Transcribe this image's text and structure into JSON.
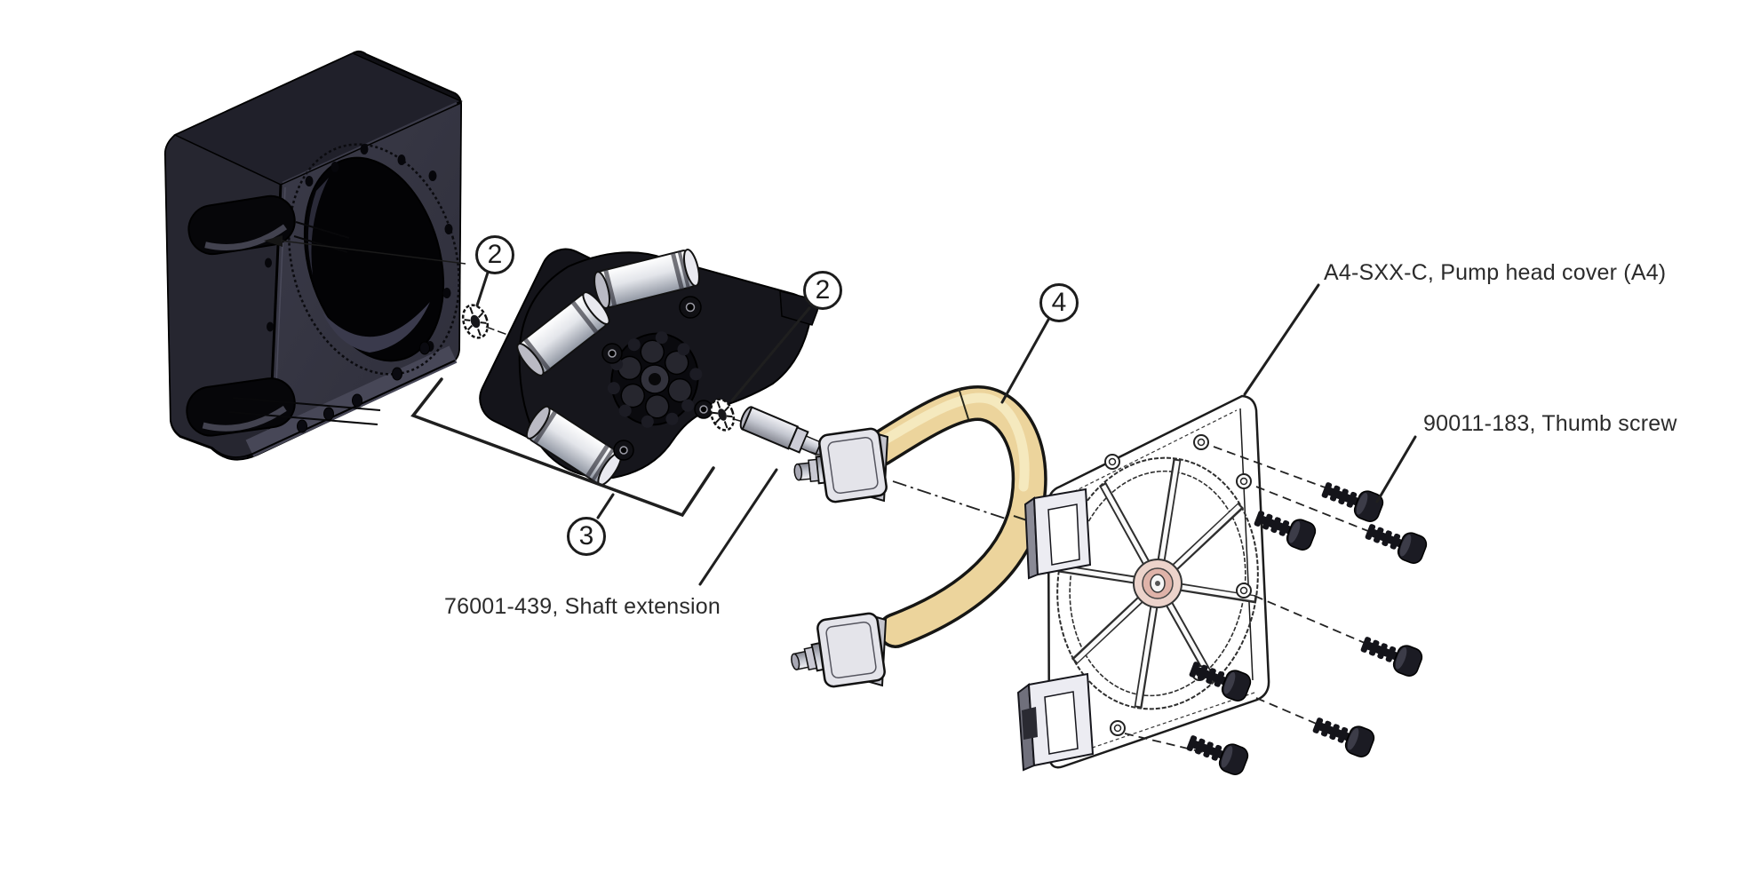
{
  "diagram": {
    "description": "Exploded-view assembly diagram of a peristaltic pump head",
    "background": "#ffffff",
    "labels": {
      "pump_head_cover": "A4-SXX-C, Pump head cover (A4)",
      "thumb_screw": "90011-183, Thumb screw",
      "shaft_extension": "76001-439, Shaft extension"
    },
    "callouts": [
      {
        "number": "2"
      },
      {
        "number": "2"
      },
      {
        "number": "4"
      },
      {
        "number": "3"
      }
    ],
    "part_names": [
      "pump-mounting-housing",
      "washer",
      "pump-head-roller-assembly",
      "washer",
      "shaft-extension",
      "tubing-with-fittings",
      "pump-head-cover",
      "thumb-screw"
    ],
    "colors": {
      "tube_fill": "#ecd49c",
      "tube_highlight": "#f7ecc4",
      "housing_dark": "#101015",
      "housing_face": "#353542",
      "cover_hub_pink": "#dfb3a9",
      "line_color": "#1f1f1f",
      "text_color": "#2b2b2b"
    }
  }
}
